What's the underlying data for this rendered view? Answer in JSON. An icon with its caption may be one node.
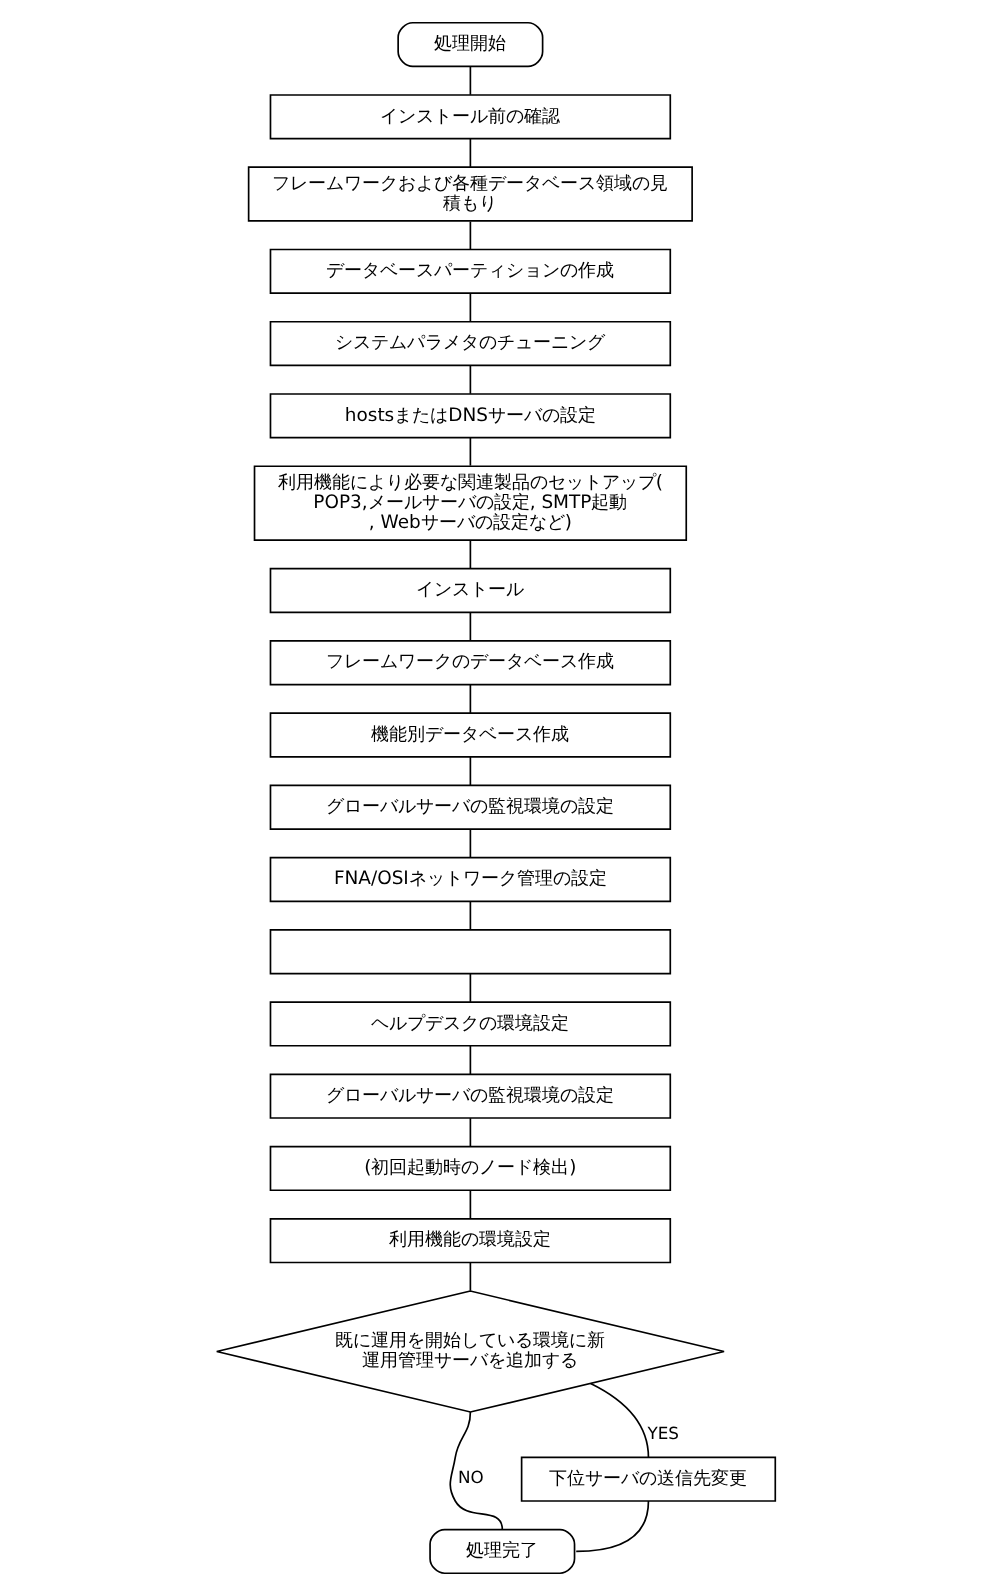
{
  "diagram": {
    "nodes": [
      {
        "text": [
          "処理開始"
        ]
      },
      {
        "text": [
          "インストール前の確認"
        ]
      },
      {
        "text": [
          "フレームワークおよび各種データベース領域の見積もり"
        ]
      },
      {
        "text": [
          "データベースパーティションの作成"
        ]
      },
      {
        "text": [
          "システムパラメタのチューニング"
        ]
      },
      {
        "text": [
          "hostsまたはDNSサーバの設定"
        ]
      },
      {
        "text": [
          "利用機能により必要な関連製品のセットアップ(POP3,メールサーバの設定, SMTP起動, Webサーバの設定など)"
        ]
      },
      {
        "text": [
          "インストール"
        ]
      },
      {
        "text": [
          "フレームワークのデータベース作成"
        ]
      },
      {
        "text": [
          "機能別データベース作成"
        ]
      },
      {
        "text": [
          "グローバルサーバの監視環境の設定"
        ]
      },
      {
        "text": [
          "FNA/OSIネットワーク管理の設定"
        ]
      },
      {
        "text": [],
        "shape": "box"
      },
      {
        "text": [
          "ヘルプデスクの環境設定"
        ]
      },
      {
        "text": [
          "グローバルサーバの監視環境の設定"
        ]
      },
      {
        "text": [
          "(初回起動時のノード検出)"
        ]
      },
      {
        "text": [
          "利用機能の環境設定"
        ]
      },
      {
        "text": [
          "既に運用を開始している環境に新運用管理サーバを追加する"
        ]
      },
      {
        "text": [
          "下位サーバの送信先変更"
        ]
      },
      {
        "text": [
          "処理完了"
        ]
      }
    ],
    "edges": [
      {
        "from": 0,
        "to": 1,
        "arrow": "none"
      },
      {
        "from": 1,
        "to": 2,
        "arrow": "none"
      },
      {
        "from": 2,
        "to": 3,
        "arrow": "none"
      },
      {
        "from": 3,
        "to": 4,
        "arrow": "none"
      },
      {
        "from": 4,
        "to": 5,
        "arrow": "none"
      },
      {
        "from": 5,
        "to": 6,
        "arrow": "none"
      },
      {
        "from": 6,
        "to": 7,
        "arrow": "none"
      },
      {
        "from": 7,
        "to": 8,
        "arrow": "none"
      },
      {
        "from": 8,
        "to": 9,
        "arrow": "none"
      },
      {
        "from": 9,
        "to": 10,
        "arrow": "none"
      },
      {
        "from": 10,
        "to": 11,
        "arrow": "none"
      },
      {
        "from": 11,
        "to": 12,
        "arrow": "none"
      },
      {
        "from": 12,
        "to": 13,
        "arrow": "none"
      },
      {
        "from": 13,
        "to": 14,
        "arrow": "none"
      },
      {
        "from": 14,
        "to": 15,
        "arrow": "none"
      },
      {
        "from": 15,
        "to": 16,
        "arrow": "none"
      },
      {
        "from": 16,
        "to": 17,
        "arrow": "none"
      },
      {
        "from": 17,
        "to": 18,
        "arrow": "none",
        "label": "YES"
      },
      {
        "from": 17,
        "to": 19,
        "arrow": "none",
        "label": "NO"
      },
      {
        "from": 18,
        "to": 19,
        "arrow": "none"
      }
    ]
  }
}
